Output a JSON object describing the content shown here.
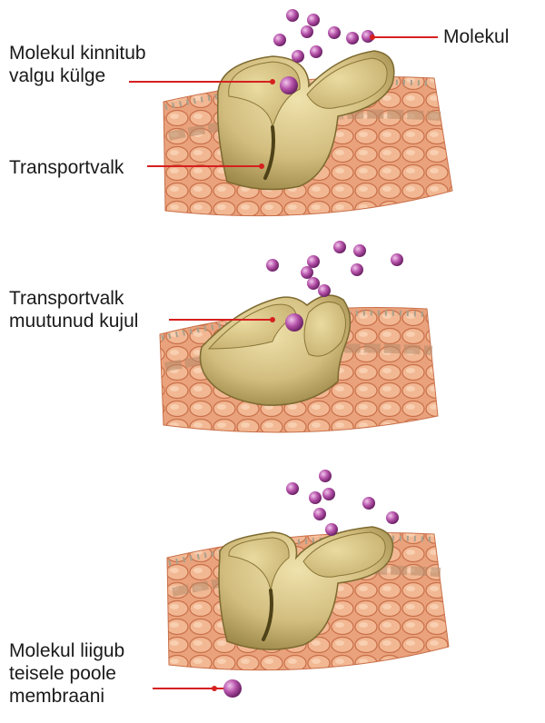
{
  "labels": {
    "molekul": "Molekul",
    "kinnitub_line1": "Molekul kinnitub",
    "kinnitub_line2": "valgu külge",
    "transportvalk": "Transportvalk",
    "muutunud_line1": "Transportvalk",
    "muutunud_line2": "muutunud kujul",
    "liigub_line1": "Molekul liigub",
    "liigub_line2": "teisele poole",
    "liigub_line3": "membraani"
  },
  "colors": {
    "membrane": "#e9a27c",
    "membrane_dark": "#c9704a",
    "protein": "#d7c58a",
    "protein_dark": "#9c8848",
    "molecule": "#b450a8",
    "leader_line": "#d62020",
    "text": "#1a1a1a"
  }
}
